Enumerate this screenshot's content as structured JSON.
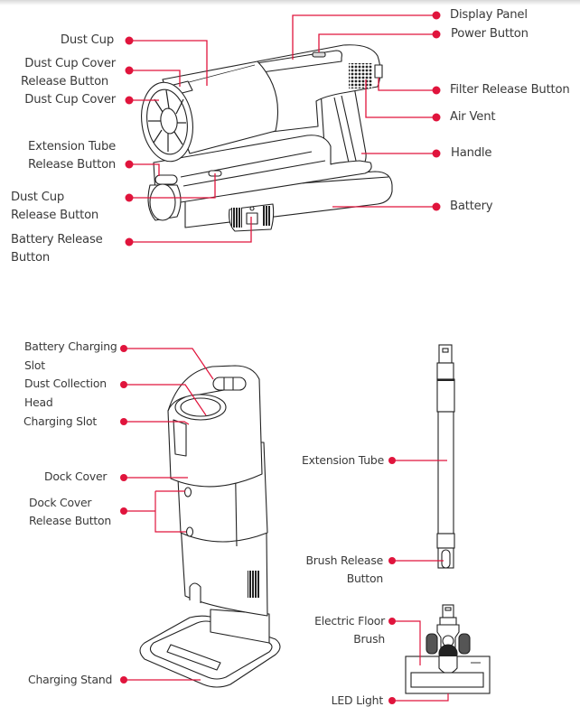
{
  "accent_color": "#e0143c",
  "line_color": "#222222",
  "vacuum_diagram": {
    "labels_left": {
      "dust_cup": "Dust Cup",
      "dust_cup_cover_release_1": "Dust Cup Cover",
      "dust_cup_cover_release_2": "Release Button",
      "dust_cup_cover": "Dust Cup Cover",
      "ext_tube_release_1": "Extension Tube",
      "ext_tube_release_2": "Release Button",
      "dust_cup_release_1": "Dust Cup",
      "dust_cup_release_2": "Release Button",
      "battery_release_1": "Battery Release",
      "battery_release_2": "Button"
    },
    "labels_right": {
      "display_panel": "Display Panel",
      "power_button": "Power Button",
      "filter_release": "Filter Release Button",
      "air_vent": "Air Vent",
      "handle": "Handle",
      "battery": "Battery"
    }
  },
  "dock_diagram": {
    "battery_charging_slot_1": "Battery Charging",
    "battery_charging_slot_2": "Slot",
    "dust_collection_head_1": "Dust Collection",
    "dust_collection_head_2": "Head",
    "charging_slot": "Charging Slot",
    "dock_cover": "Dock Cover",
    "dock_cover_release_1": "Dock Cover",
    "dock_cover_release_2": "Release Button",
    "charging_stand": "Charging Stand"
  },
  "accessories_diagram": {
    "extension_tube": "Extension Tube",
    "brush_release_1": "Brush Release",
    "brush_release_2": "Button",
    "electric_floor_brush_1": "Electric Floor",
    "electric_floor_brush_2": "Brush",
    "led_light": "LED Light"
  }
}
